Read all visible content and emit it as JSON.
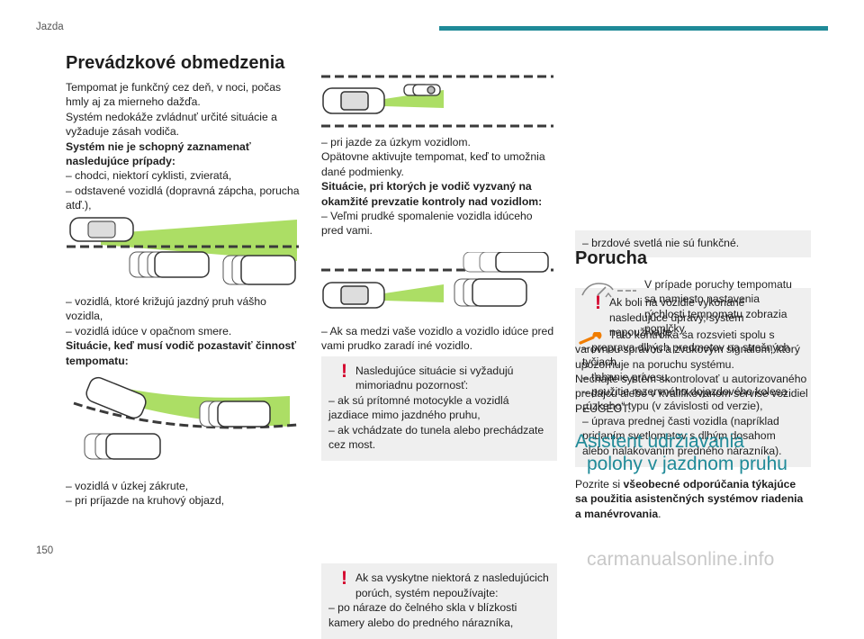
{
  "header": {
    "section": "Jazda",
    "accent_color": "#1f8a98"
  },
  "page_number": "150",
  "watermark": "carmanualsonline.info",
  "col1": {
    "title": "Prevádzkové obmedzenia",
    "p1": "Tempomat je funkčný cez deň, v noci, počas hmly aj za mierneho dažďa.",
    "p2": "Systém nedokáže zvládnuť určité situácie a vyžaduje zásah vodiča.",
    "p3_bold": "Systém nie je schopný zaznamenať nasledujúce prípady:",
    "list1": [
      "– chodci, niektorí cyklisti, zvieratá,",
      "– odstavené vozidlá (dopravná zápcha, porucha atď.),"
    ],
    "list2": [
      "– vozidlá, ktoré križujú jazdný pruh vášho vozidla,",
      "– vozidlá idúce v opačnom smere."
    ],
    "p4_bold": "Situácie, keď musí vodič pozastaviť činnosť tempomatu:",
    "list3": [
      "– vozidlá v úzkej zákrute,",
      "– pri príjazde na kruhový objazd,"
    ]
  },
  "col2": {
    "l1": "– pri jazde za úzkym vozidlom.",
    "p1": "Opätovne aktivujte tempomat, keď to umožnia dané podmienky.",
    "p2_bold": "Situácie, pri ktorých je vodič vyzvaný na okamžité prevzatie kontroly nad vozidlom:",
    "l2": "– Veľmi prudké spomalenie vozidla idúceho pred vami.",
    "l3": "– Ak sa medzi vaše vozidlo a vozidlo idúce pred vami prudko zaradí iné vozidlo.",
    "warn1": {
      "lead": "Nasledujúce situácie si vyžadujú mimoriadnu pozornosť:",
      "items": [
        "– ak sú prítomné motocykle a vozidlá jazdiace mimo jazdného pruhu,",
        "– ak vchádzate do tunela alebo prechádzate cez most."
      ]
    },
    "warn2": {
      "lead": "Ak sa vyskytne niektorá z nasledujúcich porúch, systém nepoužívajte:",
      "items": [
        "– po náraze do čelného skla v blízkosti kamery alebo do predného nárazníka,"
      ]
    }
  },
  "col3": {
    "box1": "– brzdové svetlá nie sú funkčné.",
    "warn3": {
      "lead": "Ak boli na vozidle vykonané nasledujúce úpravy, systém nepoužívajte:",
      "items": [
        "– preprava dlhých predmetov na strešných tyčiach,",
        "– ťahanie prívesu,",
        "– použitie rezervného dojazdového kolesa „úzkeho“ typu (v závislosti od verzie),",
        "– úprava prednej časti vozidla (napríklad pridaním svetlometov s dlhým dosahom alebo nalakovaním predného nárazníka)."
      ]
    },
    "fault_title": "Porucha",
    "fault_p1": "V prípade poruchy tempomatu sa namiesto nastavenia rýchlosti tempomatu zobrazia pomlčky.",
    "fault_p2": "Táto kontrolka sa rozsvieti spolu s varovnou správou a zvukovým signálom, ktorý upozorňuje na poruchu systému.",
    "fault_p3": "Nechajte systém skontrolovať u autorizovaného predajcu alebo v kvalifikovanom servise vozidiel PEUGEOT.",
    "lane_title_1": "Asistent udržiavania",
    "lane_title_2": "polohy v jazdnom pruhu",
    "lane_p_pre": "Pozrite si ",
    "lane_p_bold": "všeobecné odporúčania týkajúce sa použitia asistenčných systémov riadenia a manévrovania",
    "lane_p_post": "."
  }
}
